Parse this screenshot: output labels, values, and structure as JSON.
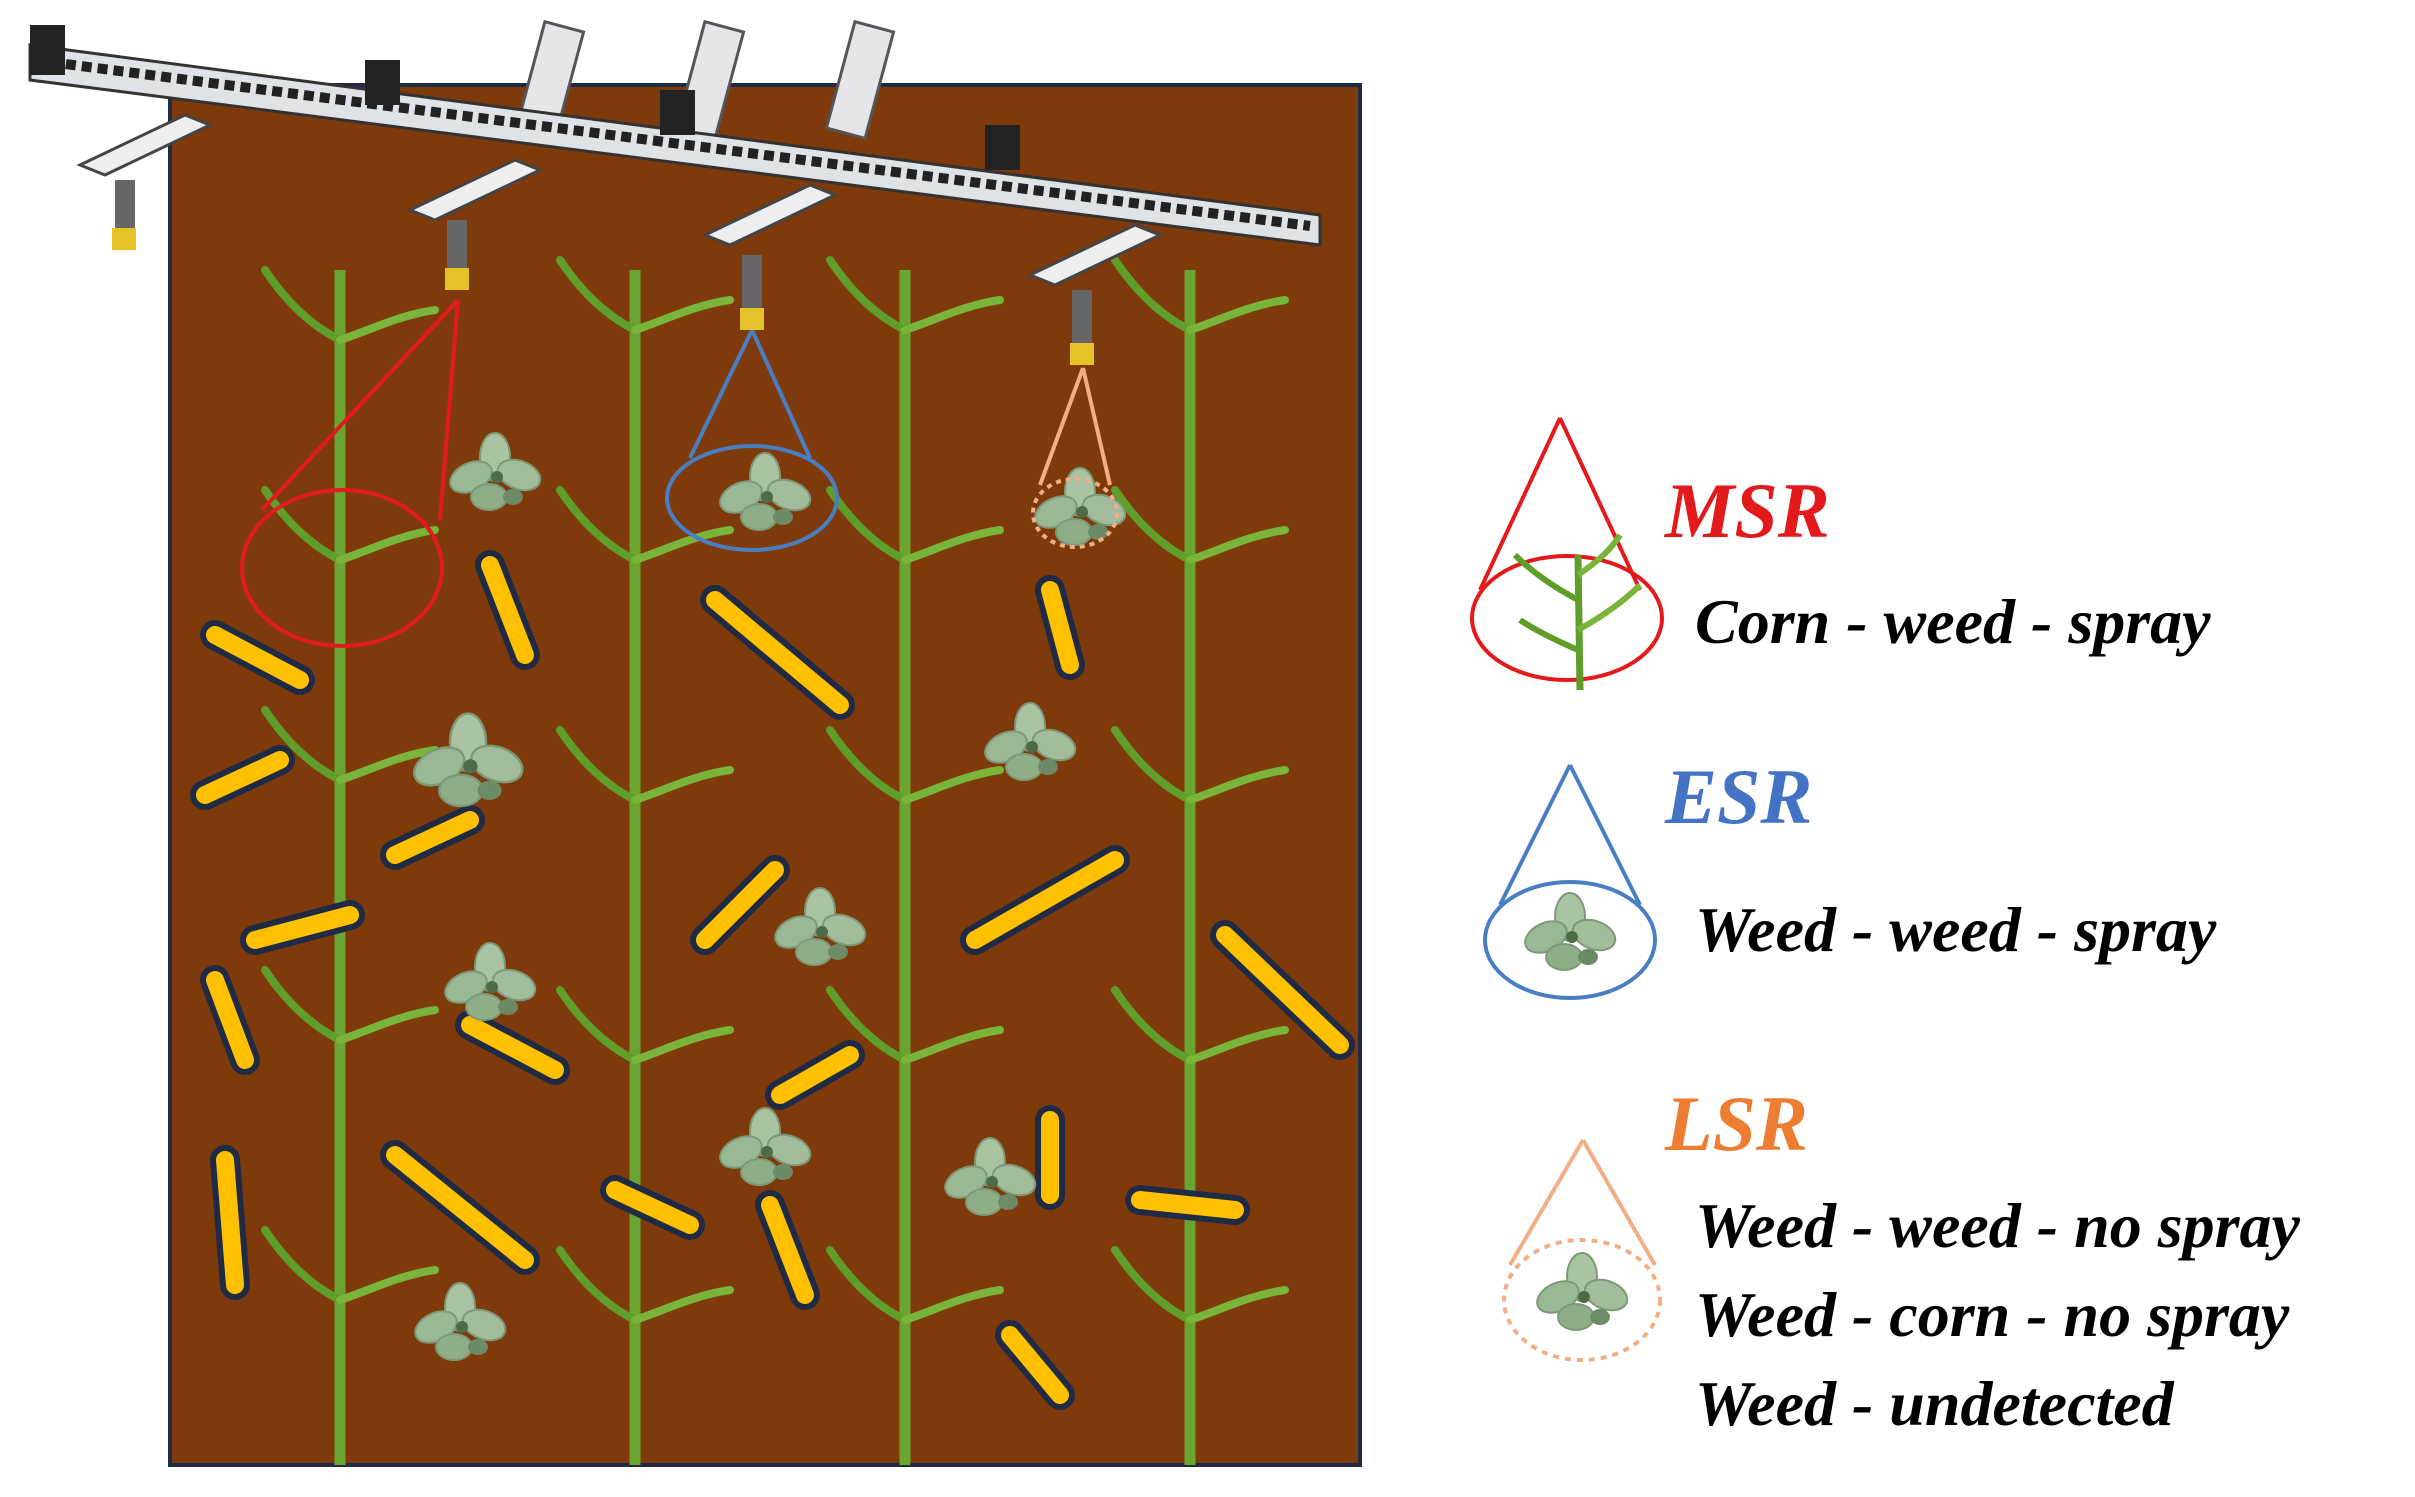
{
  "legend": {
    "msr": {
      "title": "MSR",
      "color": "#e31a1c",
      "lines": [
        "Corn - weed - spray"
      ]
    },
    "esr": {
      "title": "ESR",
      "color": "#4472c4",
      "lines": [
        "Weed - weed - spray"
      ]
    },
    "lsr": {
      "title": "LSR",
      "color": "#ed7d31",
      "lines": [
        "Weed - weed - no spray",
        "Weed - corn - no spray",
        "Weed - undetected"
      ]
    }
  },
  "colors": {
    "soil": "#7f3a0c",
    "corn": "#6aa531",
    "seed": "#ffc000",
    "seed_outline": "#1f2a44",
    "weed": "#9fb89a",
    "esr_cone": "#4a7ec2",
    "lsr_cone": "#f2ae84"
  },
  "icons": [
    "gantry-sprayer",
    "corn-plant-icon",
    "weed-plant-icon",
    "corn-seed-icon",
    "spray-cone-icon"
  ]
}
